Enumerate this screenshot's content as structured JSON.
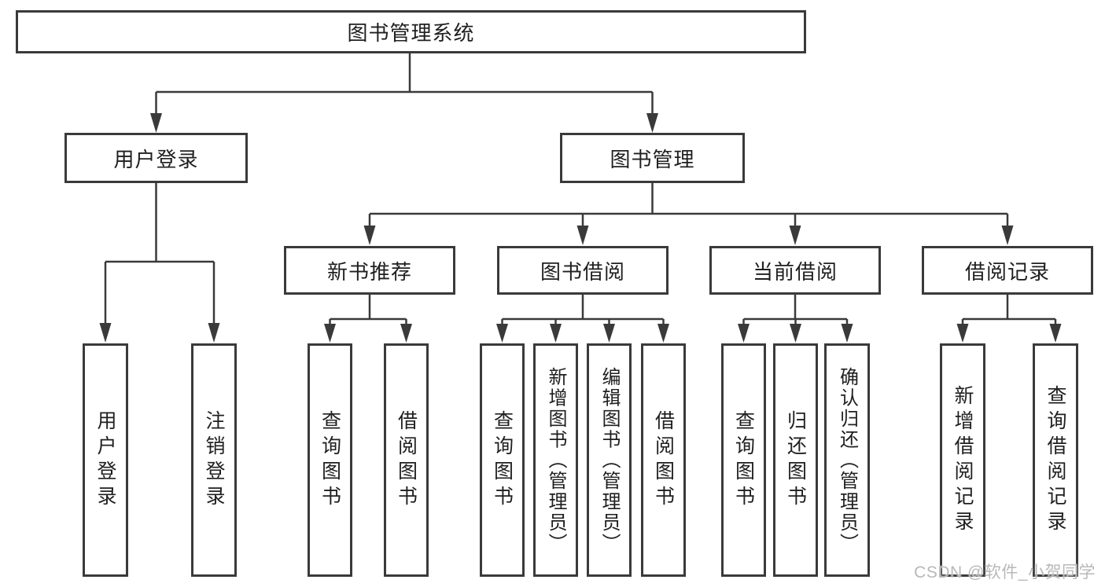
{
  "colors": {
    "line": "#3a3a3a",
    "box_border": "#3a3a3a",
    "box_fill": "#ffffff",
    "text": "#1f1f1f",
    "watermark": "#b8b8b8",
    "background": "#ffffff"
  },
  "nodes": {
    "root": {
      "label": "图书管理系统"
    },
    "user_login": {
      "label": "用户登录"
    },
    "book_mgmt": {
      "label": "图书管理"
    },
    "new_book_rec": {
      "label": "新书推荐"
    },
    "book_borrow": {
      "label": "图书借阅"
    },
    "current_borrow": {
      "label": "当前借阅"
    },
    "borrow_records": {
      "label": "借阅记录"
    },
    "leaf_user_login": {
      "label": "用户登录"
    },
    "leaf_logout": {
      "label": "注销登录"
    },
    "leaf_rec_query_book": {
      "label": "查询图书"
    },
    "leaf_rec_borrow_book": {
      "label": "借阅图书"
    },
    "leaf_bor_query_book": {
      "label": "查询图书"
    },
    "leaf_bor_add_book": {
      "label": "新增图书（管理员）"
    },
    "leaf_bor_edit_book": {
      "label": "编辑图书（管理员）"
    },
    "leaf_bor_borrow_book": {
      "label": "借阅图书"
    },
    "leaf_cur_query_book": {
      "label": "查询图书"
    },
    "leaf_cur_return_book": {
      "label": "归还图书"
    },
    "leaf_cur_confirm_return": {
      "label": "确认归还（管理员）"
    },
    "leaf_hist_add_record": {
      "label": "新增借阅记录"
    },
    "leaf_hist_query_record": {
      "label": "查询借阅记录"
    }
  },
  "watermark": {
    "text": "CSDN @软件_小贺同学"
  }
}
